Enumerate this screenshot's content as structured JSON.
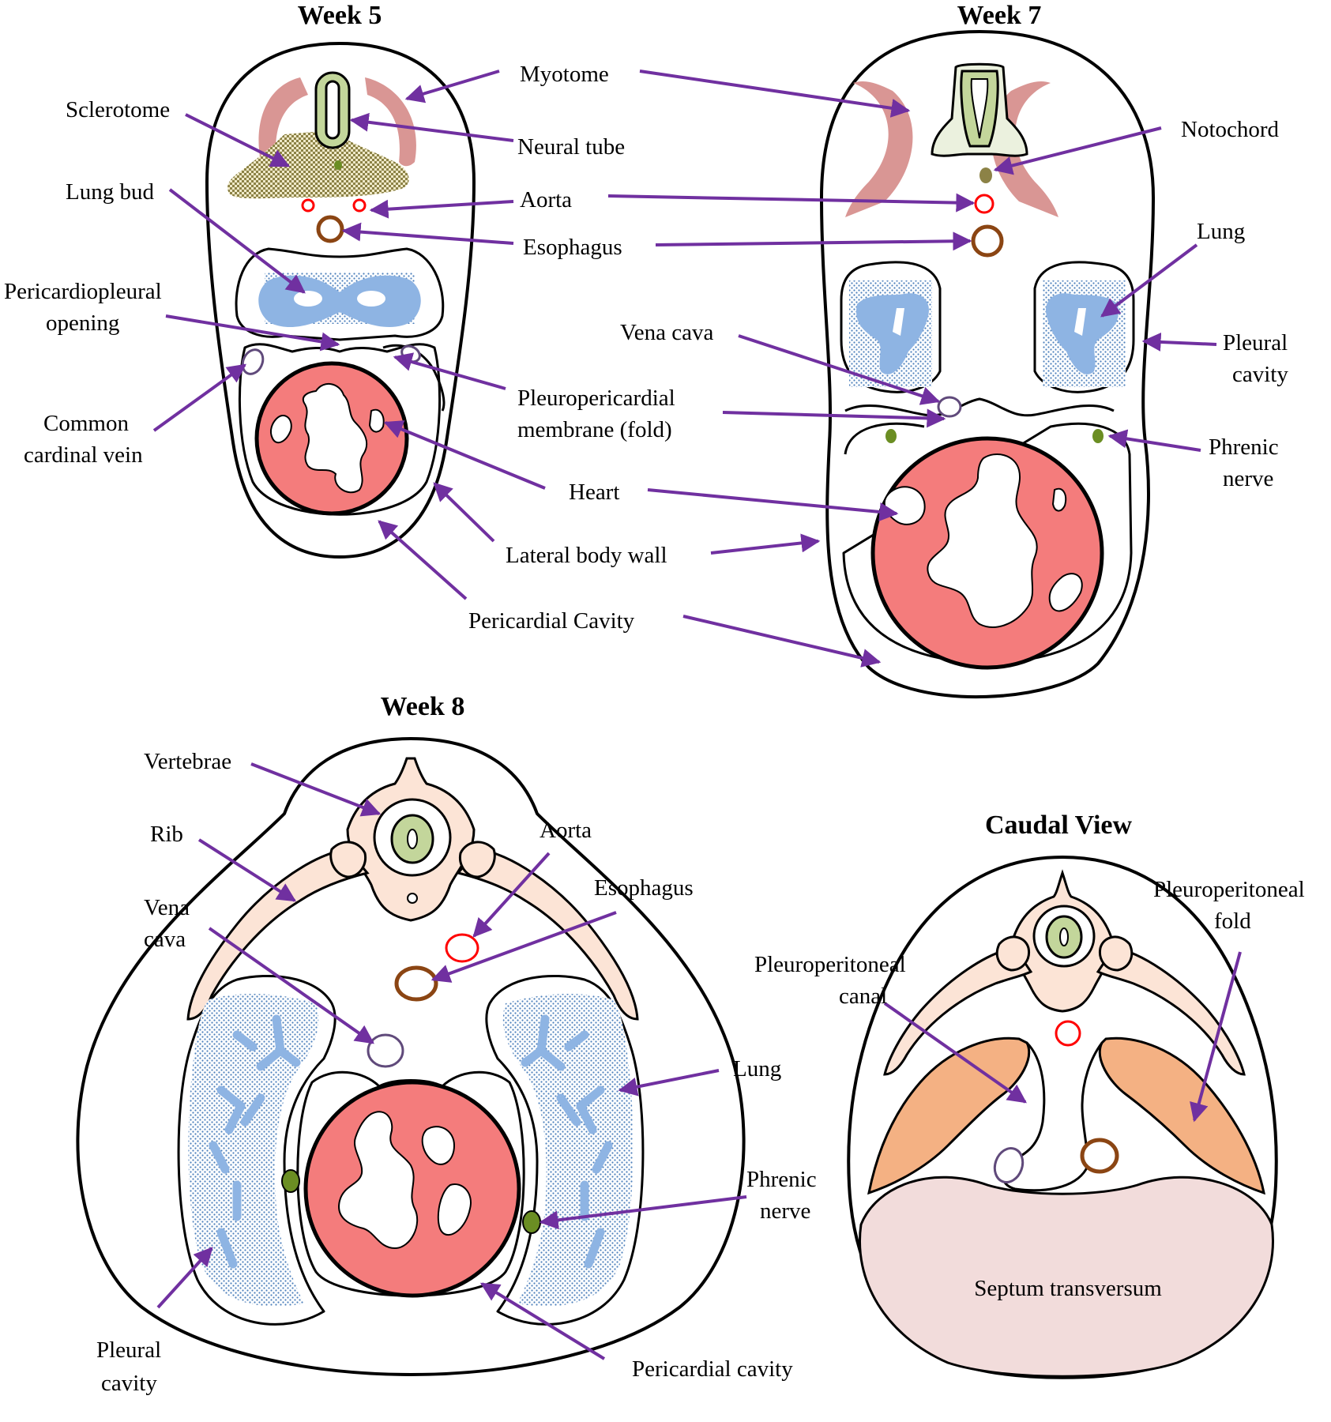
{
  "panels": {
    "week5": {
      "title": "Week 5",
      "labels": {
        "myotome": "Myotome",
        "sclerotome": "Sclerotome",
        "neural_tube": "Neural tube",
        "lung_bud": "Lung bud",
        "aorta": "Aorta",
        "esophagus": "Esophagus",
        "pericardiopleural_1": "Pericardiopleural",
        "pericardiopleural_2": "opening",
        "common_cardinal_1": "Common",
        "common_cardinal_2": "cardinal vein",
        "pleuropericardial_1": "Pleuropericardial",
        "pleuropericardial_2": "membrane (fold)",
        "heart": "Heart",
        "lateral_body_wall": "Lateral body wall",
        "pericardial_cavity": "Pericardial Cavity"
      }
    },
    "week7": {
      "title": "Week 7",
      "labels": {
        "notochord": "Notochord",
        "lung": "Lung",
        "vena_cava": "Vena cava",
        "pleural_cavity_1": "Pleural",
        "pleural_cavity_2": "cavity",
        "phrenic_1": "Phrenic",
        "phrenic_2": "nerve"
      }
    },
    "week8": {
      "title": "Week 8",
      "labels": {
        "vertebrae": "Vertebrae",
        "rib": "Rib",
        "aorta": "Aorta",
        "esophagus": "Esophagus",
        "vena_cava_1": "Vena",
        "vena_cava_2": "cava",
        "lung": "Lung",
        "phrenic_1": "Phrenic",
        "phrenic_2": "nerve",
        "pleural_cavity_1": "Pleural",
        "pleural_cavity_2": "cavity",
        "pericardial_cavity": "Pericardial cavity"
      }
    },
    "caudal": {
      "title": "Caudal View",
      "labels": {
        "pleuroperitoneal_fold_1": "Pleuroperitoneal",
        "pleuroperitoneal_fold_2": "fold",
        "pleuroperitoneal_canal_1": "Pleuroperitoneal",
        "pleuroperitoneal_canal_2": "canal",
        "septum_transversum": "Septum transversum"
      }
    }
  },
  "colors": {
    "arrow": "#7030a0",
    "heart": "#f47c7c",
    "lung": "#8eb4e3",
    "myotome": "#d99694",
    "sclerotome": "#8c8246",
    "neural_tube": "#c3d69b",
    "aorta": "#ff0000",
    "esophagus": "#8b4513",
    "vein": "#604a7b",
    "bone": "#fce4d6",
    "fold": "#f4b183",
    "septum": "#f2dcdb",
    "nerve": "#6b8e23"
  }
}
